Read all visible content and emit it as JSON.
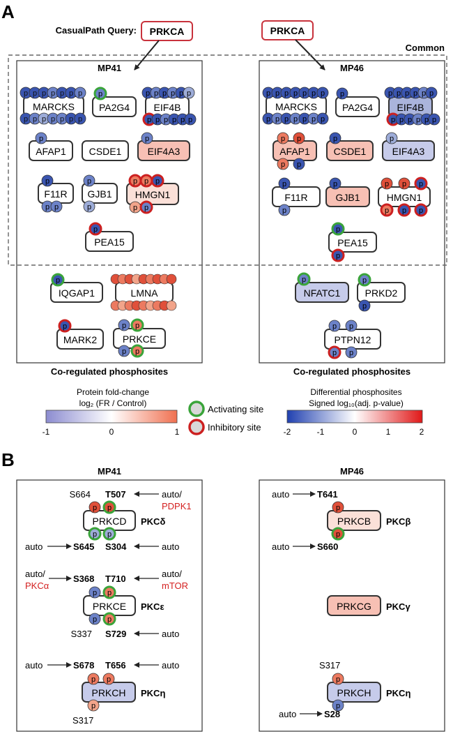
{
  "panel_a": {
    "label": "A",
    "query_label": "CasualPath Query:",
    "query_protein_1": "PRKCA",
    "query_protein_2": "PRKCA",
    "common_label": "Common",
    "left_title": "MP41",
    "right_title": "MP46",
    "left_footer": "Co-regulated phosphosites",
    "right_footer": "Co-regulated phosphosites"
  },
  "site_glyph": "p",
  "proteins_mp41": {
    "marcks": "MARCKS",
    "pa2g4": "PA2G4",
    "eif4b": "EIF4B",
    "afap1": "AFAP1",
    "csde1": "CSDE1",
    "eif4a3": "EIF4A3",
    "f11r": "F11R",
    "gjb1": "GJB1",
    "hmgn1": "HMGN1",
    "pea15": "PEA15",
    "iqgap1": "IQGAP1",
    "lmna": "LMNA",
    "mark2": "MARK2",
    "prkce": "PRKCE"
  },
  "proteins_mp46": {
    "marcks": "MARCKS",
    "pa2g4": "PA2G4",
    "eif4b": "EIF4B",
    "afap1": "AFAP1",
    "csde1": "CSDE1",
    "eif4a3": "EIF4A3",
    "f11r": "F11R",
    "gjb1": "GJB1",
    "hmgn1": "HMGN1",
    "pea15": "PEA15",
    "nfatc1": "NFATC1",
    "prkd2": "PRKD2",
    "ptpn12": "PTPN12"
  },
  "legend": {
    "protein_title": "Protein fold-change",
    "protein_sub": "log₂ (FR / Control)",
    "protein_ticks": [
      "-1",
      "0",
      "1"
    ],
    "activating": "Activating site",
    "inhibitory": "Inhibitory site",
    "phospho_title": "Differential phosphosites",
    "phospho_sub": "Signed log₁₀(adj. p-value)",
    "phospho_ticks": [
      "-2",
      "-1",
      "0",
      "1",
      "2"
    ]
  },
  "panel_b": {
    "label": "B",
    "left_title": "MP41",
    "right_title": "MP46",
    "prkcd": {
      "protein": "PRKCD",
      "family": "PKCδ",
      "s664": "S664",
      "t507": "T507",
      "t507_up_1": "auto/",
      "t507_up_2": "PDPK1",
      "s645": "S645",
      "s645_up": "auto",
      "s304": "S304",
      "s304_up": "auto"
    },
    "prkce": {
      "protein": "PRKCE",
      "family": "PKCε",
      "s368": "S368",
      "s368_up_1": "auto/",
      "s368_up_2": "PKCα",
      "t710": "T710",
      "t710_up_1": "auto/",
      "t710_up_2": "mTOR",
      "s337": "S337",
      "s729": "S729",
      "s729_up": "auto"
    },
    "prkch_left": {
      "protein": "PRKCH",
      "family": "PKCη",
      "s678": "S678",
      "s678_up": "auto",
      "t656": "T656",
      "t656_up": "auto",
      "s317": "S317"
    },
    "prkcb": {
      "protein": "PRKCB",
      "family": "PKCβ",
      "t641": "T641",
      "t641_up": "auto",
      "s660": "S660",
      "s660_up": "auto"
    },
    "prkcg": {
      "protein": "PRKCG",
      "family": "PKCγ"
    },
    "prkch_right": {
      "protein": "PRKCH",
      "family": "PKCη",
      "s317": "S317",
      "s28": "S28",
      "s28_up": "auto"
    }
  },
  "colors": {
    "blue_dark": "#3a55b0",
    "blue_mid": "#6c82c8",
    "blue_light": "#9dacd8",
    "red_dark": "#e0503a",
    "red_mid": "#ec7a60",
    "red_light": "#f2a48a",
    "protein_red": "#f7c0b4",
    "protein_red_light": "#fbe0d8",
    "protein_blue": "#c6cbea",
    "activating_ring": "#3aa43a",
    "inhibitory_ring": "#cc2020",
    "accent_text": "#d42020"
  }
}
